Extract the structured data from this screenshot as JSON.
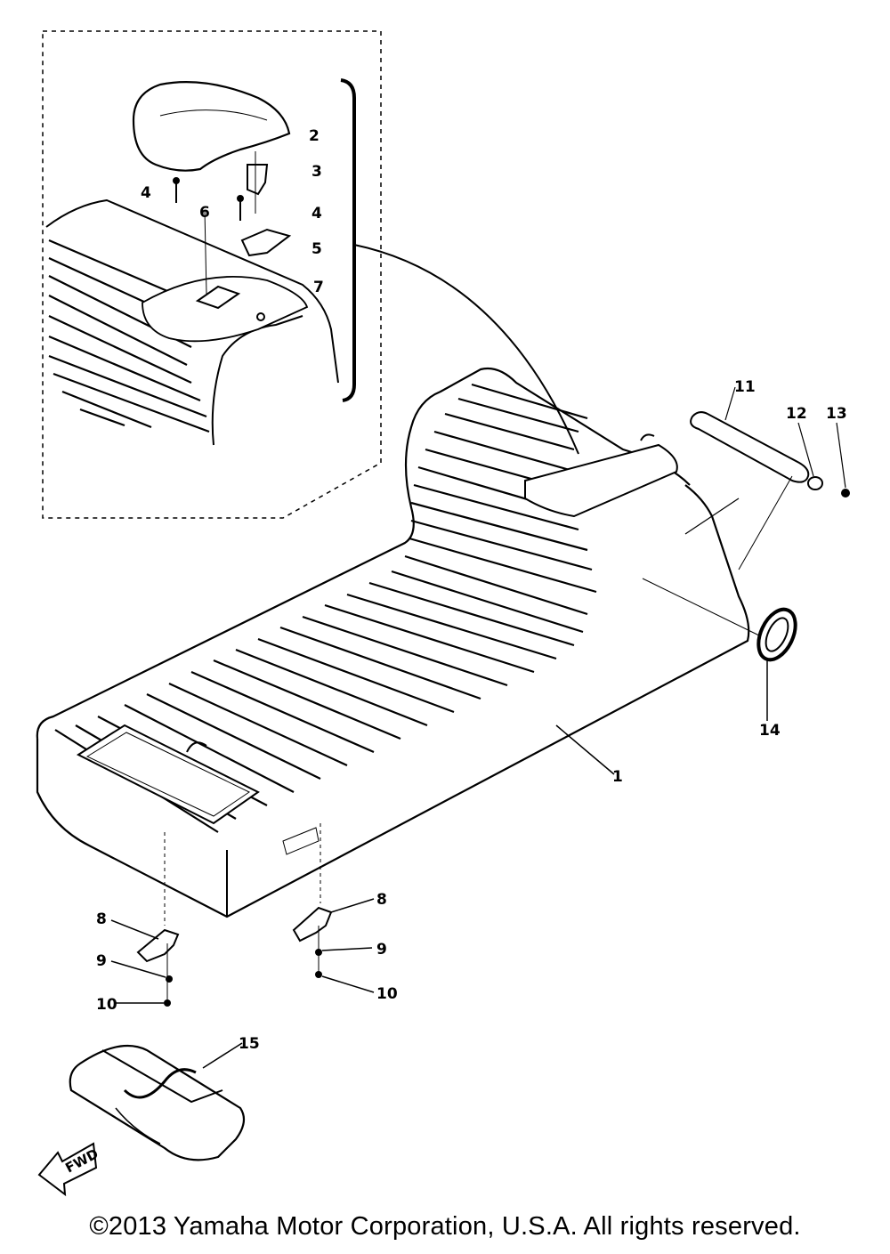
{
  "callouts": {
    "c1": "1",
    "c2": "2",
    "c3": "3",
    "c4a": "4",
    "c4b": "4",
    "c5": "5",
    "c6a": "6",
    "c7": "7",
    "c8a": "8",
    "c8b": "8",
    "c9a": "9",
    "c9b": "9",
    "c10a": "10",
    "c10b": "10",
    "c11": "11",
    "c12": "12",
    "c13": "13",
    "c14": "14",
    "c15": "15"
  },
  "fwd_label": "FWD",
  "copyright": "©2013 Yamaha Motor Corporation, U.S.A. All rights reserved."
}
